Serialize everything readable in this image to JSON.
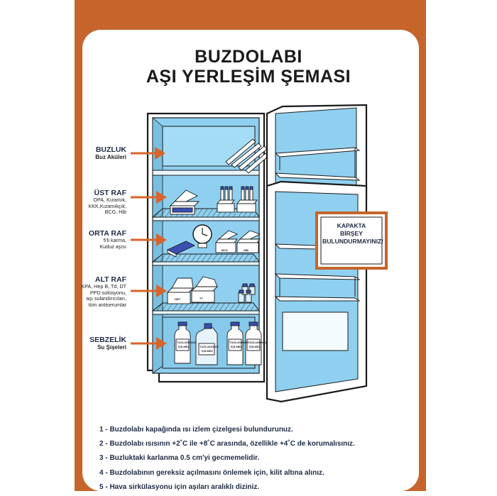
{
  "title": {
    "line1": "BUZDOLABI",
    "line2": "AŞI YERLEŞİM ŞEMASI"
  },
  "labels": {
    "buzluk": {
      "heading": "BUZLUK",
      "sub": "Buz Aküleri"
    },
    "ust_raf": {
      "heading": "ÜST RAF",
      "lines": [
        "OPA, Kızamık,",
        "KKK,Kızamıkçık,",
        "BCG, Hib"
      ]
    },
    "orta_raf": {
      "heading": "ORTA RAF",
      "lines": [
        "5'li karma,",
        "Kuduz aşısı"
      ]
    },
    "alt_raf": {
      "heading": "ALT RAF",
      "lines": [
        "KPA, Hep B, Td, DT",
        "PPD solüsyonu,",
        "aşı sulandırıcıları,",
        "tüm antiserumlar"
      ]
    },
    "sebzelik": {
      "heading": "SEBZELİK",
      "sub": "Su Şişeleri"
    }
  },
  "door_warning": [
    "KAPAKTA",
    "BİRŞEY",
    "BULUNDURMAYINIZ!"
  ],
  "box_labels": {
    "bcg": "BCG",
    "hib": "HIB",
    "dbt": "DBT",
    "tt": "TT"
  },
  "bottle_label": [
    "TUZLUSUNUZ",
    "İÇİLMEZ"
  ],
  "notes": [
    "1 - Buzdolabı kapağında ısı izlem çizelgesi bulundurunuz.",
    "2 - Buzdolabı ısısının +2˚C ile +8˚C arasında, özellikle +4˚C de korumalısınız.",
    "3 - Buzluktaki karlanma 0.5 cm'yi gecmemelidir.",
    "4 - Buzdolabının gereksiz açılmasını önlemek için, kilit altına alınız.",
    "5 - Hava sirkülasyonu için aşıları aralıklı diziniz."
  ],
  "colors": {
    "frame": "#c5652b",
    "interior": "#8fd0f0",
    "arrow": "#d8642a",
    "outline": "#1a1a1a"
  }
}
